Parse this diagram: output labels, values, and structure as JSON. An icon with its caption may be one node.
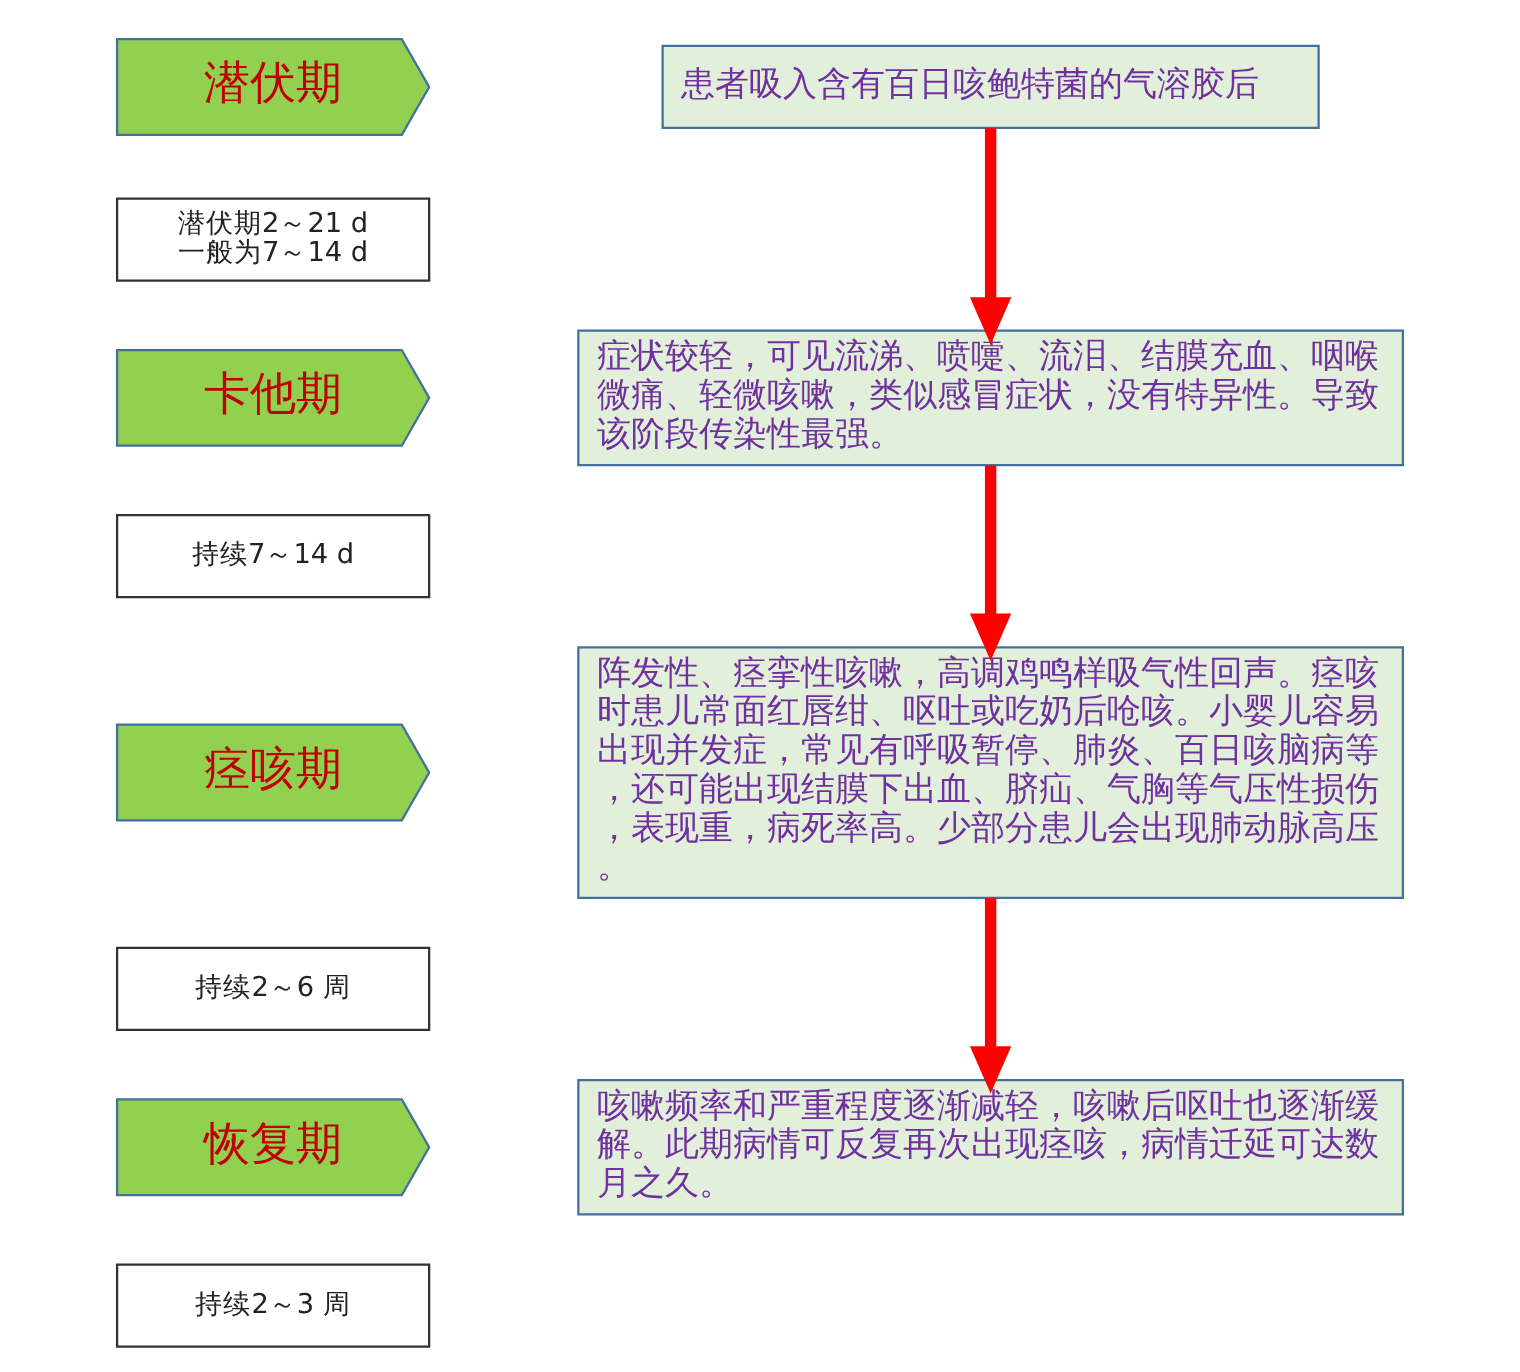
{
  "diagram": {
    "nodes": [
      {
        "text": [
          "潜伏期"
        ]
      },
      {
        "text": [
          "患者吸入含有百日咳鲍特菌的气溶胶后"
        ]
      },
      {
        "text": [
          "潜伏期2～21 d 一般为7～14 d"
        ]
      },
      {
        "text": [
          "卡他期"
        ]
      },
      {
        "text": [
          "症状较轻，可见流涕、喷嚏、流泪、结膜充血、咽喉微痛、轻微咳嗽，类似感冒症状，没有特异性。导致该阶段传染性最强。"
        ]
      },
      {
        "text": [
          "持续7～14 d"
        ]
      },
      {
        "text": [
          "痉咳期"
        ]
      },
      {
        "text": [
          "阵发性、痉挛性咳嗽，高调鸡鸣样吸气性回声。痉咳时患儿常面红唇绀、呕吐或吃奶后呛咳。小婴儿容易出现并发症，常见有呼吸暂停、肺炎、百日咳脑病等，还可能出现结膜下出血、脐疝、气胸等气压性损伤，表现重，病死率高。少部分患儿会出现肺动脉高压。"
        ]
      },
      {
        "text": [
          "持续2～6 周"
        ]
      },
      {
        "text": [
          "恢复期"
        ]
      },
      {
        "text": [
          "咳嗽频率和严重程度逐渐减轻，咳嗽后呕吐也逐渐缓解。此期病情可反复再次出现痉咳，病情迁延可达数月之久。"
        ]
      },
      {
        "text": [
          "持续2～3 周"
        ]
      }
    ],
    "edges": [
      {
        "from": 1,
        "to": 4,
        "arrow": "to"
      },
      {
        "from": 4,
        "to": 7,
        "arrow": "to"
      },
      {
        "from": 7,
        "to": 10,
        "arrow": "to"
      }
    ]
  }
}
